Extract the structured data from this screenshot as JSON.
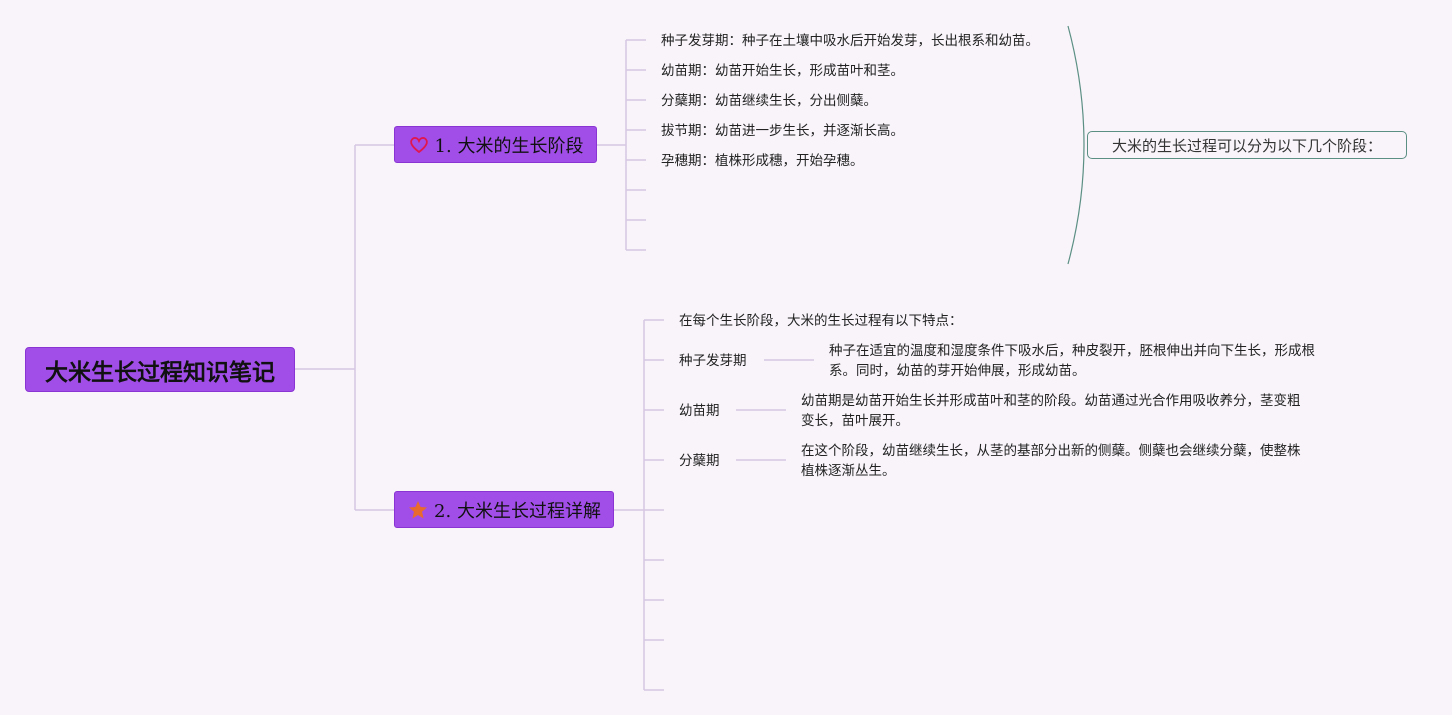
{
  "root": {
    "title": "大米生长过程知识笔记"
  },
  "branch1": {
    "label": "1. 大米的生长阶段",
    "icon": "heart-icon",
    "icon_color": "#e0174f",
    "items": [
      "种子发芽期：种子在土壤中吸水后开始发芽，长出根系和幼苗。",
      "幼苗期：幼苗开始生长，形成苗叶和茎。",
      "分蘖期：幼苗继续生长，分出侧蘖。",
      "拔节期：幼苗进一步生长，并逐渐长高。",
      "孕穗期：植株形成穗，开始孕穗。"
    ],
    "summary": "大米的生长过程可以分为以下几个阶段："
  },
  "branch2": {
    "label": "2. 大米生长过程详解",
    "icon": "star-icon",
    "icon_color": "#e86a2c",
    "intro": "在每个生长阶段，大米的生长过程有以下特点：",
    "details": [
      {
        "stage": "种子发芽期",
        "text": "种子在适宜的温度和湿度条件下吸水后，种皮裂开，胚根伸出并向下生长，形成根系。同时，幼苗的芽开始伸展，形成幼苗。"
      },
      {
        "stage": "幼苗期",
        "text": "幼苗期是幼苗开始生长并形成苗叶和茎的阶段。幼苗通过光合作用吸收养分，茎变粗变长，苗叶展开。"
      },
      {
        "stage": "分蘖期",
        "text": "在这个阶段，幼苗继续生长，从茎的基部分出新的侧蘖。侧蘖也会继续分蘖，使整株植株逐渐丛生。"
      }
    ]
  },
  "colors": {
    "accent": "#a14ee8",
    "line": "#d6c6e2",
    "summary_border": "#5c8f84"
  }
}
